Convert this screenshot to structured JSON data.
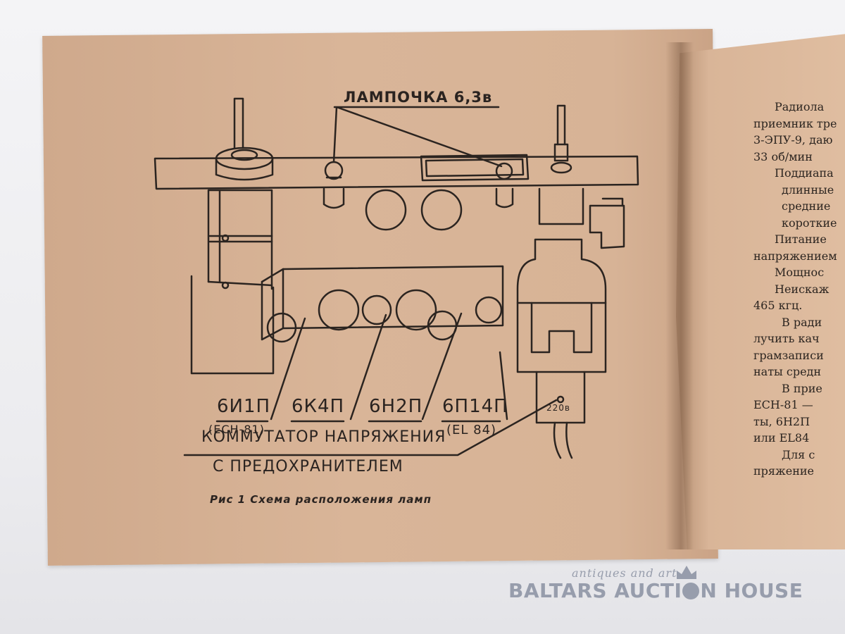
{
  "figure": {
    "lamp_label": "ЛАМПОЧКА 6,3в",
    "tubes": [
      {
        "name": "6И1П",
        "alt": "(ECH-81)"
      },
      {
        "name": "6К4П",
        "alt": ""
      },
      {
        "name": "6Н2П",
        "alt": ""
      },
      {
        "name": "6П14П",
        "alt": "(EL 84)"
      }
    ],
    "voltage_label": "220в",
    "switch_label_line1": "КОММУТАТОР НАПРЯЖЕНИЯ",
    "switch_label_line2": "С ПРЕДОХРАНИТЕЛЕМ",
    "caption": "Рис 1  Схема расположения ламп"
  },
  "right_page_lines": [
    "Радиола",
    "приемник тре",
    "3-ЭПУ-9, даю",
    "33 об/мин",
    "Поддиапа",
    "длинные",
    "средние",
    "короткие",
    "Питание",
    "напряжением",
    "Мощнос",
    "Неискаж",
    "465 кгц.",
    "В ради",
    "лучить кач",
    "грамзаписи",
    "наты средн",
    "В прие",
    "ECH-81 —",
    "ты, 6Н2П",
    "или EL84",
    "Для с",
    "пряжение"
  ],
  "watermark": {
    "small": "antiques and art",
    "main_left": "BALTARS AUCTI",
    "main_right": "N HOUSE"
  }
}
